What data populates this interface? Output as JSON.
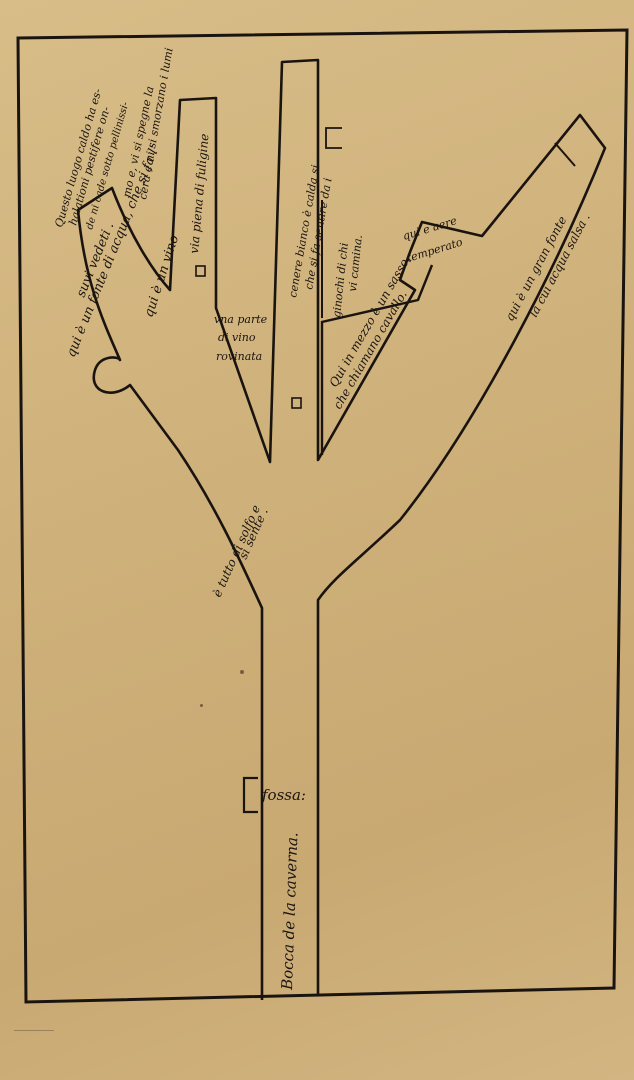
{
  "colors": {
    "paper": "#d2b582",
    "ink": "#1a1410"
  },
  "labels": {
    "spring_left": "qui è un fonte di acqua, che si fa l'",
    "spring_left_2": "suvi vedeti .",
    "hot_place_1": "Questo luogo caldo ha es-",
    "hot_place_2": "halationi pestifere on-",
    "hot_place_3": "de ni cade sotto pellinissi-",
    "hot_place_4": "mo e, vi si spegne la",
    "hot_place_5": "cera e ni si smorzano i lumi",
    "wine_1": "qui è un vino",
    "soot": "via piena di fuligine",
    "wine_part_1": "vna parte",
    "wine_part_2": "di vino",
    "wine_part_3": "rovinata",
    "ashes_1": "cenere bianco è calda si",
    "ashes_2": "che si fa sentire da i",
    "knees_1": "ginochi di chi",
    "knees_2": "vi camina.",
    "rock_1": "Qui in mezzo è un sasso,",
    "rock_2": "che chiamano cavallo.",
    "temperate_1": "qui e aere",
    "temperate_2": "temperato",
    "salt_spring_1": "qui è un gran fonte",
    "salt_spring_2": "la cui acqua salsa .",
    "sulphur_1": "è tutto di solfo e",
    "sulphur_2": "si sente .",
    "pit": "fossa:",
    "mouth": "Bocca de la caverna."
  }
}
